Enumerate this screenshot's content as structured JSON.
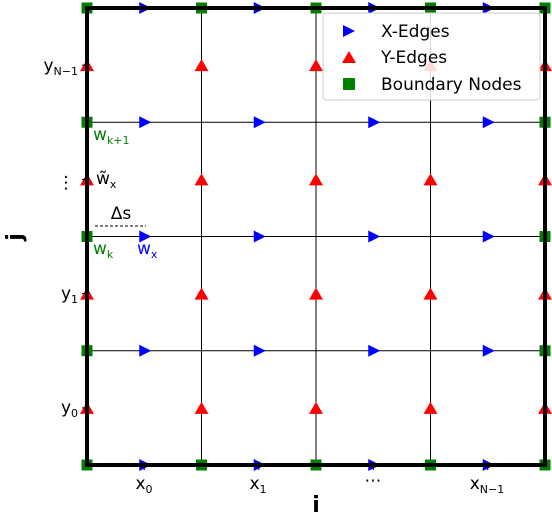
{
  "axes": {
    "x_title": "i",
    "y_title": "j",
    "x_ticks": [
      {
        "base": "x",
        "sub": "0"
      },
      {
        "base": "x",
        "sub": "1"
      },
      {
        "base": "",
        "sub": "",
        "ellipsis": "⋯"
      },
      {
        "base": "x",
        "sub": "N−1"
      }
    ],
    "y_ticks": [
      {
        "base": "y",
        "sub": "0"
      },
      {
        "base": "y",
        "sub": "1"
      },
      {
        "base": "",
        "sub": "",
        "ellipsis": "⋮"
      },
      {
        "base": "y",
        "sub": "N−1"
      }
    ]
  },
  "legend": {
    "x_edges": "X-Edges",
    "y_edges": "Y-Edges",
    "boundary_nodes": "Boundary Nodes"
  },
  "annotations": {
    "w_k_plus_1": {
      "base": "w",
      "sub": "k+1"
    },
    "w_tilde_x": {
      "base": "w̃",
      "sub": "x"
    },
    "delta_s": "Δs",
    "w_k": {
      "base": "w",
      "sub": "k"
    },
    "w_x": {
      "base": "w",
      "sub": "x"
    }
  },
  "colors": {
    "x_edge": "#0000ff",
    "y_edge": "#ff0000",
    "boundary": "#008000",
    "annotation_green": "#008000",
    "annotation_blue": "#0000ff",
    "frame": "#000000"
  },
  "grid": {
    "columns": 4,
    "rows": 4
  }
}
